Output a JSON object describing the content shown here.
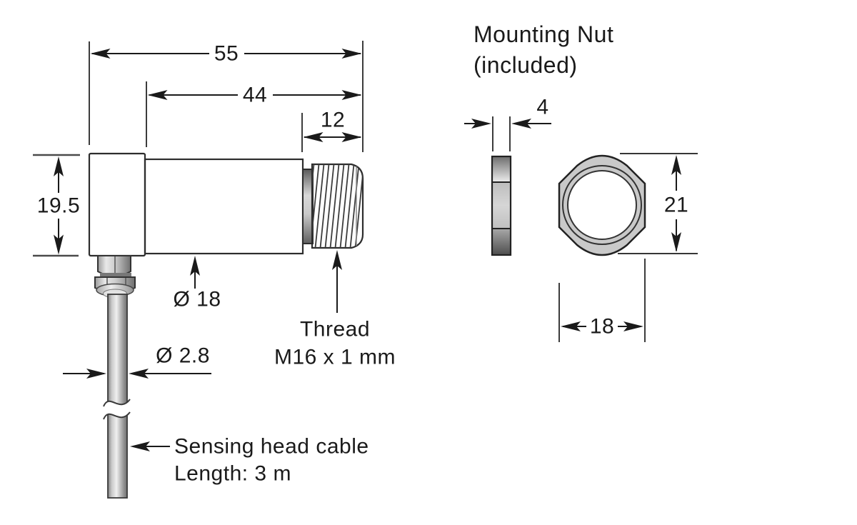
{
  "drawing_title": "Infrared sensing head dimensional drawing",
  "colors": {
    "ink": "#1a1a1a",
    "outline": "#2d2d2d",
    "background": "#ffffff",
    "nut_fill": "#c9c9c9",
    "metal_light": "#f3f3f3",
    "metal_dark": "#606060"
  },
  "sensor": {
    "dim_total_length": "55",
    "dim_body_length": "44",
    "dim_thread_length": "12",
    "dim_cap_height": "19.5",
    "dim_body_diameter": "Ø 18",
    "thread_label_line1": "Thread",
    "thread_label_line2": "M16 x 1 mm",
    "dim_cable_diameter": "Ø 2.8",
    "cable_label_line1": "Sensing head cable",
    "cable_label_line2": "Length: 3 m"
  },
  "mounting_nut": {
    "title_line1": "Mounting Nut",
    "title_line2": "(included)",
    "dim_thickness": "4",
    "dim_height_across_corners": "21",
    "dim_width_across_flats": "18"
  }
}
